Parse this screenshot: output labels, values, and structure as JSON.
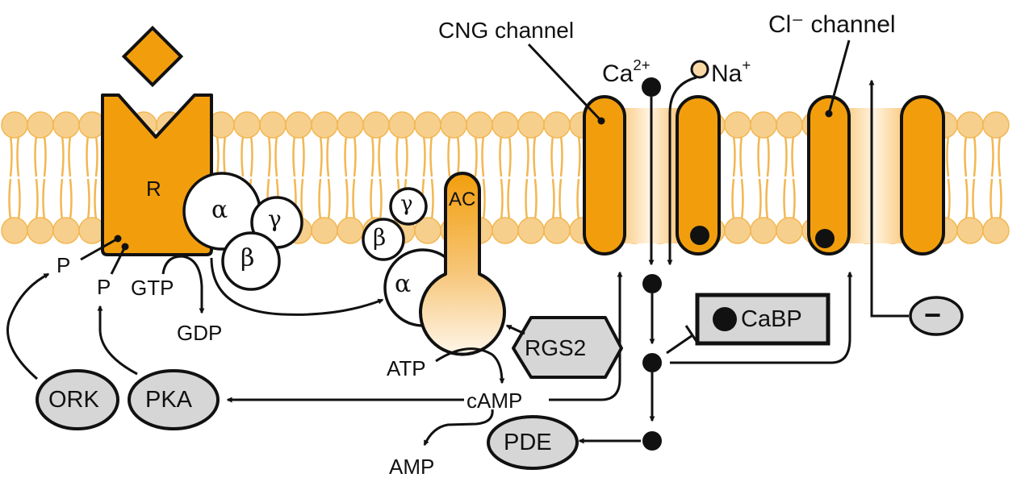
{
  "colors": {
    "protein": "#F29E0C",
    "membrane": "#F7CF8D",
    "membrane_tail": "#F2B752",
    "grey": "#D6D6D6",
    "sodium": "#F8D9A6",
    "ink": "#111111"
  },
  "labels": {
    "receptor": "R",
    "g_alpha": "α",
    "g_gamma": "γ",
    "g_beta": "β",
    "gtp": "GTP",
    "gdp": "GDP",
    "phospho_1": "P",
    "phospho_2": "P",
    "adenylyl_cyclase": "AC",
    "atp": "ATP",
    "camp": "cAMP",
    "amp": "AMP",
    "rgs2": "RGS2",
    "pde": "PDE",
    "ork": "ORK",
    "pka": "PKA",
    "cng_channel": "CNG channel",
    "cl_channel": "Cl⁻ channel",
    "calcium": "Ca",
    "calcium_charge": "2+",
    "sodium": "Na",
    "sodium_charge": "+",
    "cabp": "CaBP",
    "negative_charge": "−"
  }
}
